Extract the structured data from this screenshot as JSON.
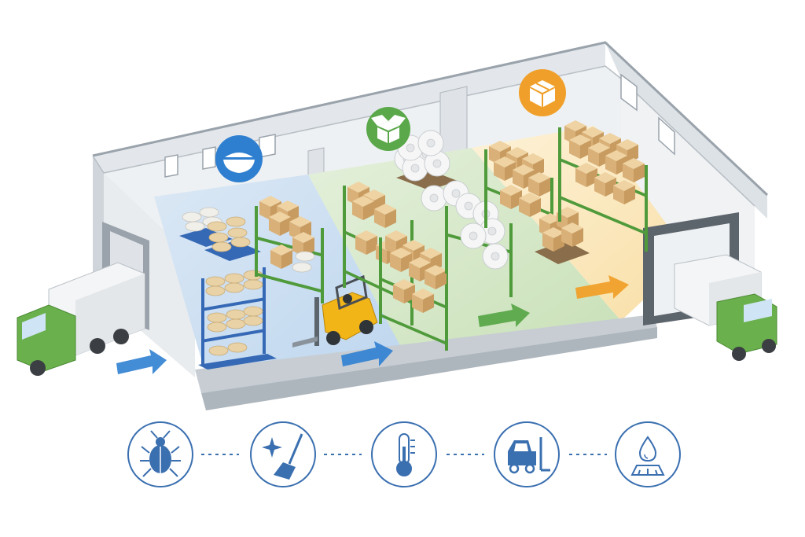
{
  "zones": [
    {
      "id": "bulk",
      "icon": "bowl-icon",
      "color": "#2f7fd1",
      "fill": "#cfe1f3"
    },
    {
      "id": "packaged",
      "icon": "open-box-icon",
      "color": "#5aa84a",
      "fill": "#d8ebcf"
    },
    {
      "id": "dispatch",
      "icon": "closed-box-icon",
      "color": "#f0a02a",
      "fill": "#fbeccb"
    }
  ],
  "controls": [
    {
      "icon": "beetle-icon"
    },
    {
      "icon": "sparkle-broom-icon"
    },
    {
      "icon": "thermometer-icon"
    },
    {
      "icon": "forklift-icon"
    },
    {
      "icon": "water-drop-icon"
    }
  ],
  "colors": {
    "wall": "#e9ecef",
    "wall_edge": "#9aa3ab",
    "truck_cab": "#6ab04c",
    "truck_box": "#f4f5f6",
    "forklift": "#f2b517",
    "rack": "#4f9a3a",
    "rack_blue": "#3568b5",
    "carton": "#e3bf8a",
    "control_stroke": "#3a6fb0"
  }
}
